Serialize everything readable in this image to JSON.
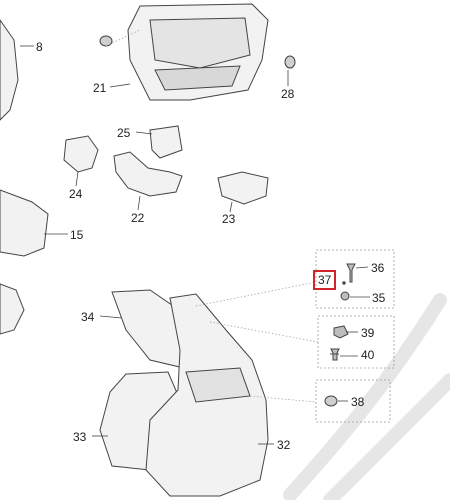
{
  "diagram": {
    "callouts": [
      {
        "id": "8",
        "label": "8"
      },
      {
        "id": "21",
        "label": "21"
      },
      {
        "id": "28",
        "label": "28"
      },
      {
        "id": "25",
        "label": "25"
      },
      {
        "id": "24",
        "label": "24"
      },
      {
        "id": "22",
        "label": "22"
      },
      {
        "id": "23",
        "label": "23"
      },
      {
        "id": "15",
        "label": "15"
      },
      {
        "id": "36",
        "label": "36"
      },
      {
        "id": "37",
        "label": "37"
      },
      {
        "id": "35",
        "label": "35"
      },
      {
        "id": "34",
        "label": "34"
      },
      {
        "id": "39",
        "label": "39"
      },
      {
        "id": "40",
        "label": "40"
      },
      {
        "id": "38",
        "label": "38"
      },
      {
        "id": "33",
        "label": "33"
      },
      {
        "id": "32",
        "label": "32"
      }
    ],
    "highlighted_callout": "37",
    "highlight_color": "#d0262b",
    "line_color": "#444444",
    "watermark_color": "#e6e6e6"
  }
}
